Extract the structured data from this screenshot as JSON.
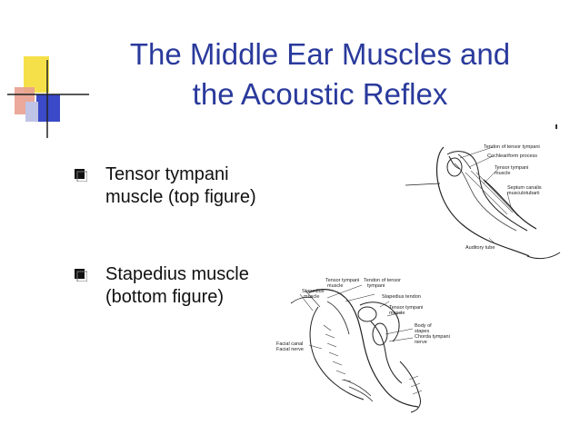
{
  "slide": {
    "title_line1": "The Middle Ear Muscles and",
    "title_line2": "the Acoustic Reflex",
    "bullets": [
      {
        "line1": "Tensor tympani",
        "line2": "muscle (top figure)"
      },
      {
        "line1": "Stapedius muscle",
        "line2": "(bottom figure)"
      }
    ]
  },
  "top_figure": {
    "labels": {
      "tendon": "Tendon of tensor tympani",
      "cochleariform": "Cochleariform process",
      "tensor_muscle_1": "Tensor tympani",
      "tensor_muscle_2": "muscle",
      "septum_1": "Septum canalis",
      "septum_2": "musculotubarii",
      "auditory_tube": "Auditory tube"
    }
  },
  "bottom_figure": {
    "labels": {
      "l1a": "Tensor tympani",
      "l1b": "muscle",
      "l2a": "Tendon of tensor",
      "l2b": "tympani",
      "l3a": "Stapedius",
      "l3b": "muscle",
      "l4": "Stapedius tendon",
      "l5a": "Tensor tympani",
      "l5b": "muscle",
      "l6a": "Body of",
      "l6b": "stapes",
      "l7a": "Chorda tympani",
      "l7b": "nerve",
      "l8a": "Facial canal",
      "l8b": "Facial nerve"
    }
  },
  "colors": {
    "title": "#2a3a9c",
    "deco_yellow": "#f6e04a",
    "deco_red": "#e0402e",
    "deco_blue": "#3a4ac8"
  }
}
